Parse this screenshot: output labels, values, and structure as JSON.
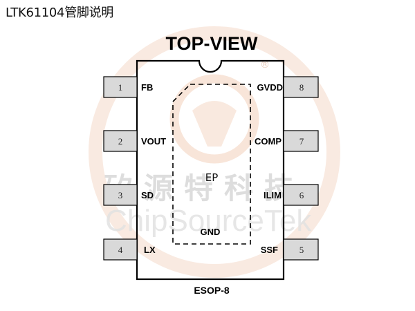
{
  "page": {
    "title": "LTK61104管脚说明"
  },
  "diagram": {
    "view_title": "TOP-VIEW",
    "package": "ESOP-8",
    "exposed_pad": {
      "label": "EP",
      "sub_label": "GND"
    },
    "pins_left": [
      {
        "number": "1",
        "name": "FB"
      },
      {
        "number": "2",
        "name": "VOUT"
      },
      {
        "number": "3",
        "name": "SD"
      },
      {
        "number": "4",
        "name": "LX"
      }
    ],
    "pins_right": [
      {
        "number": "8",
        "name": "GVDD"
      },
      {
        "number": "7",
        "name": "COMP"
      },
      {
        "number": "6",
        "name": "ILIM"
      },
      {
        "number": "5",
        "name": "SSF"
      }
    ]
  },
  "watermark": {
    "chinese": "矽源特科技",
    "english": "ChipSourceTek",
    "registered": "®"
  },
  "colors": {
    "pin_fill": "#d9d9d9",
    "outline": "#000000",
    "watermark_ring": "#f3d6c6"
  }
}
